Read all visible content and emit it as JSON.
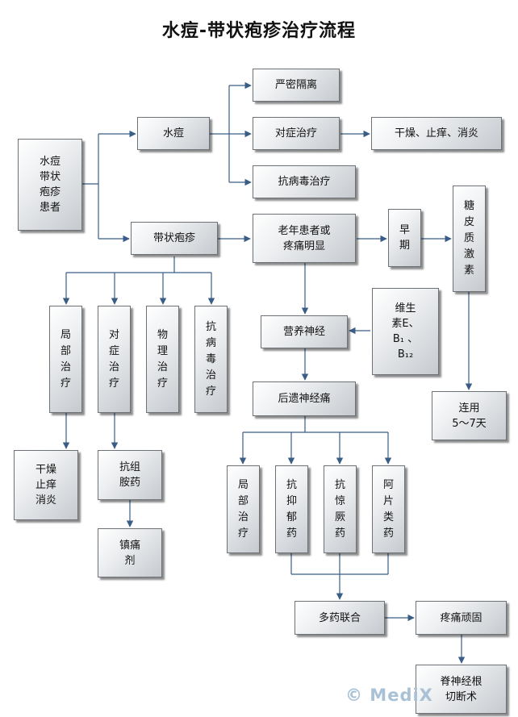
{
  "title": "水痘-带状疱疹治疗流程",
  "watermark": "© MediX",
  "nodes": {
    "patients": "水痘\n带状\n疱疹\n患者",
    "varicella": "水痘",
    "isolation": "严密隔离",
    "symptomatic": "对症治疗",
    "dry_itch": "干燥、止痒、消炎",
    "antiviral": "抗病毒治疗",
    "herpes_zoster": "带状疱疹",
    "elderly_pain": "老年患者或\n疼痛明显",
    "early": "早\n期",
    "corticosteroid": "糖\n皮\n质\n激\n素",
    "local_1": "局\n部\n治\n疗",
    "symptomatic_2": "对\n症\n治\n疗",
    "physical": "物\n理\n治\n疗",
    "antiviral_2": "抗\n病\n毒\n治\n疗",
    "nerve_nutrition": "营养神经",
    "vitamins": "维生\n素E、\nB₁ 、\nB₁₂",
    "continuous": "连用\n5～7天",
    "postherpetic": "后遗神经痛",
    "dry_itch_2": "干燥\n止痒\n消炎",
    "antihistamine": "抗组\n胺药",
    "analgesic": "镇痛\n剂",
    "local_2": "局\n部\n治\n疗",
    "antidepressant": "抗\n抑\n郁\n药",
    "anticonvulsant": "抗\n惊\n厥\n药",
    "opioid": "阿\n片\n类\n药",
    "combination": "多药联合",
    "intractable": "疼痛顽固",
    "rhizotomy": "脊神经根\n切断术"
  }
}
